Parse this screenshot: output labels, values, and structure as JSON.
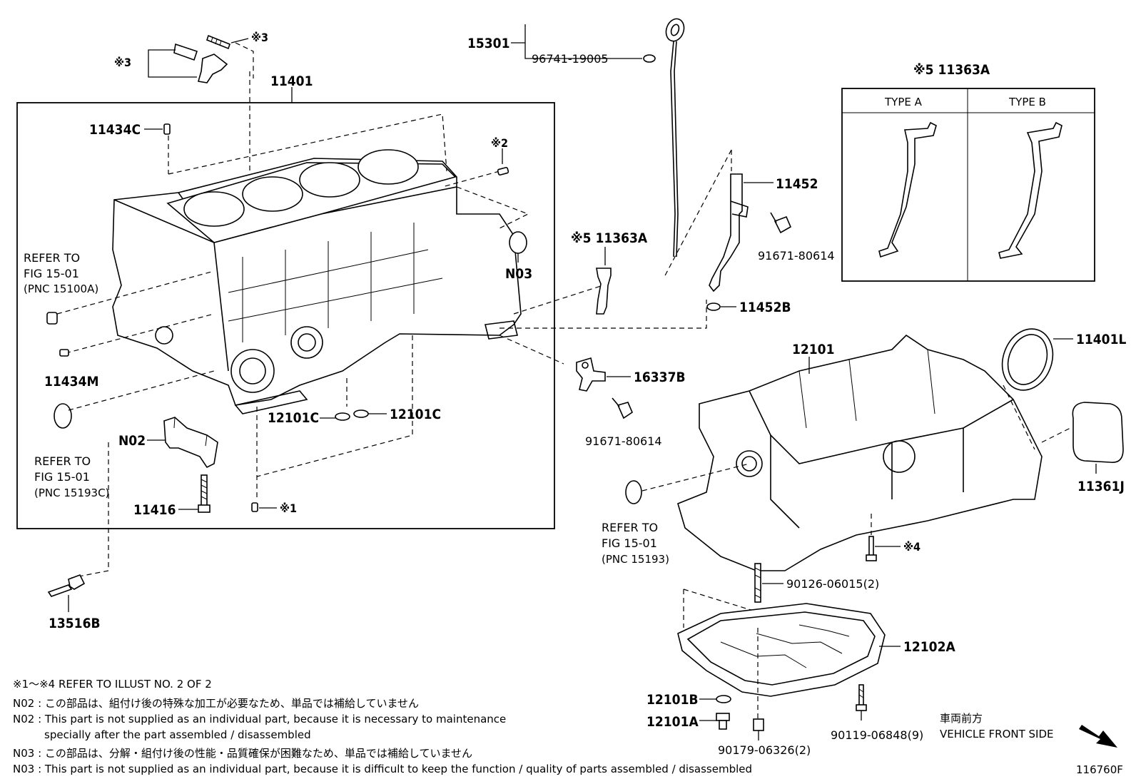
{
  "callouts": {
    "p15301": "15301",
    "p96741": "96741-19005",
    "p11363a_top": "※5 11363A",
    "type_a": "TYPE A",
    "type_b": "TYPE B",
    "ref3_top": "※3",
    "ref3_left": "※3",
    "p11401": "11401",
    "p11434c": "11434C",
    "ref2": "※2",
    "p11452": "11452",
    "p91671_a": "91671-80614",
    "p11363a_mid": "※5 11363A",
    "p11452b": "11452B",
    "p11401l": "11401L",
    "p12101": "12101",
    "n03": "N03",
    "p11434m": "11434M",
    "p16337b": "16337B",
    "p91671_b": "91671-80614",
    "p12101c_l": "12101C",
    "p12101c_r": "12101C",
    "n02": "N02",
    "p11416": "11416",
    "ref1": "※1",
    "p11361j": "11361J",
    "ref4": "※4",
    "p90126": "90126-06015(2)",
    "p12102a": "12102A",
    "p13516b": "13516B",
    "p12101b": "12101B",
    "p12101a": "12101A",
    "p90179": "90179-06326(2)",
    "p90119": "90119-06848(9)"
  },
  "refer_blocks": {
    "r1": {
      "line1": "REFER TO",
      "line2": "FIG 15-01",
      "line3": "(PNC 15100A)"
    },
    "r2": {
      "line1": "REFER TO",
      "line2": "FIG 15-01",
      "line3": "(PNC 15193C)"
    },
    "r3": {
      "line1": "REFER TO",
      "line2": "FIG 15-01",
      "line3": "(PNC 15193)"
    }
  },
  "notes": {
    "n0": "※1～※4  REFER TO ILLUST NO. 2 OF 2",
    "n1": "N02 : この部品は、組付け後の特殊な加工が必要なため、単品では補給していません",
    "n2": "N02 : This part is not supplied as an individual part, because it is necessary to maintenance",
    "n3": "specially after the part assembled / disassembled",
    "n4": "N03 : この部品は、分解・組付け後の性能・品質確保が困難なため、単品では補給していません",
    "n5": "N03 : This part is not supplied as an individual part, because it is difficult to keep the function / quality of parts  assembled / disassembled"
  },
  "direction": {
    "jp": "車両前方",
    "en": "VEHICLE FRONT SIDE"
  },
  "figure_id": "116760F"
}
